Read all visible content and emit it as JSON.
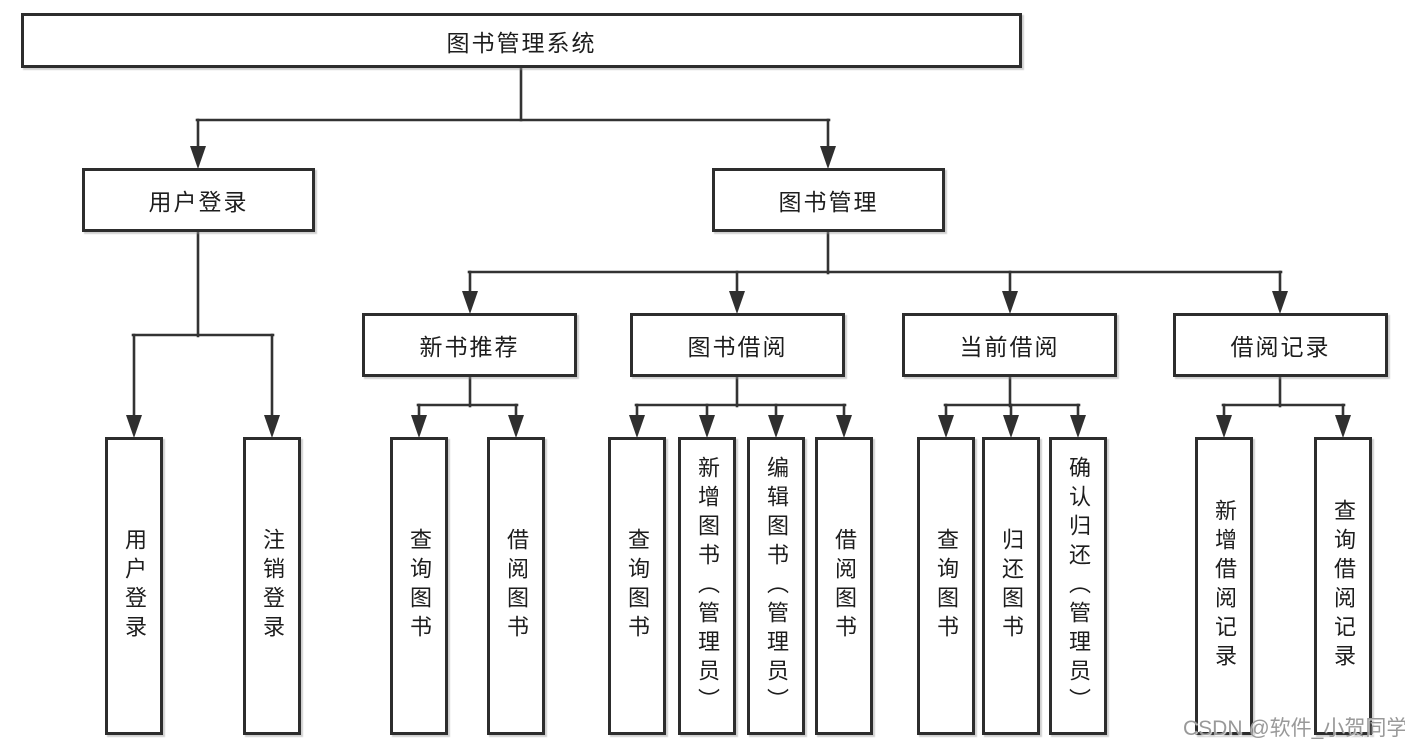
{
  "colors": {
    "line": "#333333",
    "box_border": "#2d2d2d",
    "text": "#1d1d1d",
    "watermark": "#999999",
    "background": "#ffffff"
  },
  "tree": {
    "root": {
      "label": "图书管理系统"
    },
    "level2": [
      {
        "label": "用户登录",
        "leaves": [
          {
            "label": "用户登录"
          },
          {
            "label": "注销登录"
          }
        ]
      },
      {
        "label": "图书管理",
        "groups": [
          {
            "label": "新书推荐",
            "leaves": [
              {
                "label": "查询图书"
              },
              {
                "label": "借阅图书"
              }
            ]
          },
          {
            "label": "图书借阅",
            "leaves": [
              {
                "label": "查询图书"
              },
              {
                "label": "新增图书（管理员）"
              },
              {
                "label": "编辑图书（管理员）"
              },
              {
                "label": "借阅图书"
              }
            ]
          },
          {
            "label": "当前借阅",
            "leaves": [
              {
                "label": "查询图书"
              },
              {
                "label": "归还图书"
              },
              {
                "label": "确认归还（管理员）"
              }
            ]
          },
          {
            "label": "借阅记录",
            "leaves": [
              {
                "label": "新增借阅记录"
              },
              {
                "label": "查询借阅记录"
              }
            ]
          }
        ]
      }
    ]
  },
  "watermark": {
    "text": "CSDN @软件_小贺同学"
  }
}
